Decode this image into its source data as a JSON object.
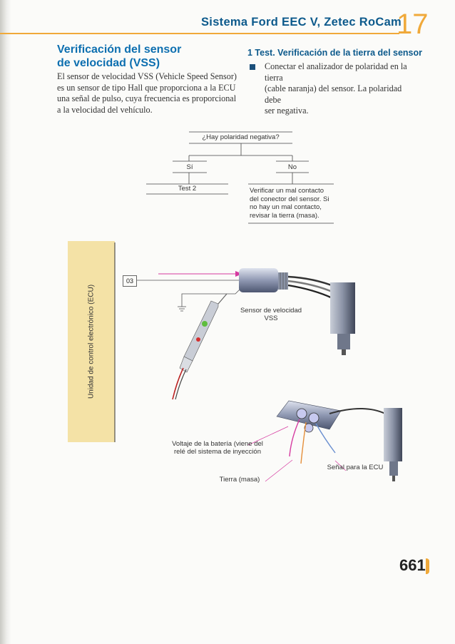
{
  "header": {
    "title": "Sistema Ford EEC V, Zetec RoCam",
    "chapter": "17"
  },
  "section": {
    "title_line1": "Verificación del sensor",
    "title_line2": "de velocidad (VSS)",
    "body_lines": [
      "El sensor de velocidad VSS (Vehicle Speed Sensor)",
      "es un sensor de tipo Hall que proporciona a la ECU",
      "una señal de pulso, cuya frecuencia es proporcional",
      "a la velocidad del vehículo."
    ]
  },
  "test": {
    "title": "1 Test. Verificación de la tierra del sensor",
    "bullet_lines": [
      "Conectar el analizador de polaridad en la tierra",
      "(cable naranja) del sensor. La polaridad debe",
      "ser negativa."
    ]
  },
  "flowchart": {
    "question": "¿Hay polaridad negativa?",
    "yes": "Sí",
    "no": "No",
    "yes_result": "Test 2",
    "no_result_lines": [
      "Verificar un mal contacto",
      "del conector del sensor. Si",
      "no hay un mal contacto,",
      "revisar la tierra (masa)."
    ]
  },
  "diagram": {
    "ecu_label": "Unidad de control electrónico (ECU)",
    "pin": "03",
    "sensor_label_line1": "Sensor de velocidad",
    "sensor_label_line2": "VSS",
    "battery_label_line1": "Voltaje de la batería (viene del",
    "battery_label_line2": "relé del sistema de inyección",
    "ground_label": "Tierra (masa)",
    "signal_label": "Señal para la ECU"
  },
  "page_number": "661",
  "colors": {
    "accent": "#f0a93a",
    "heading": "#0d6fb0",
    "header_text": "#0d5a8c",
    "ecu_panel": "#f4e2a6"
  }
}
